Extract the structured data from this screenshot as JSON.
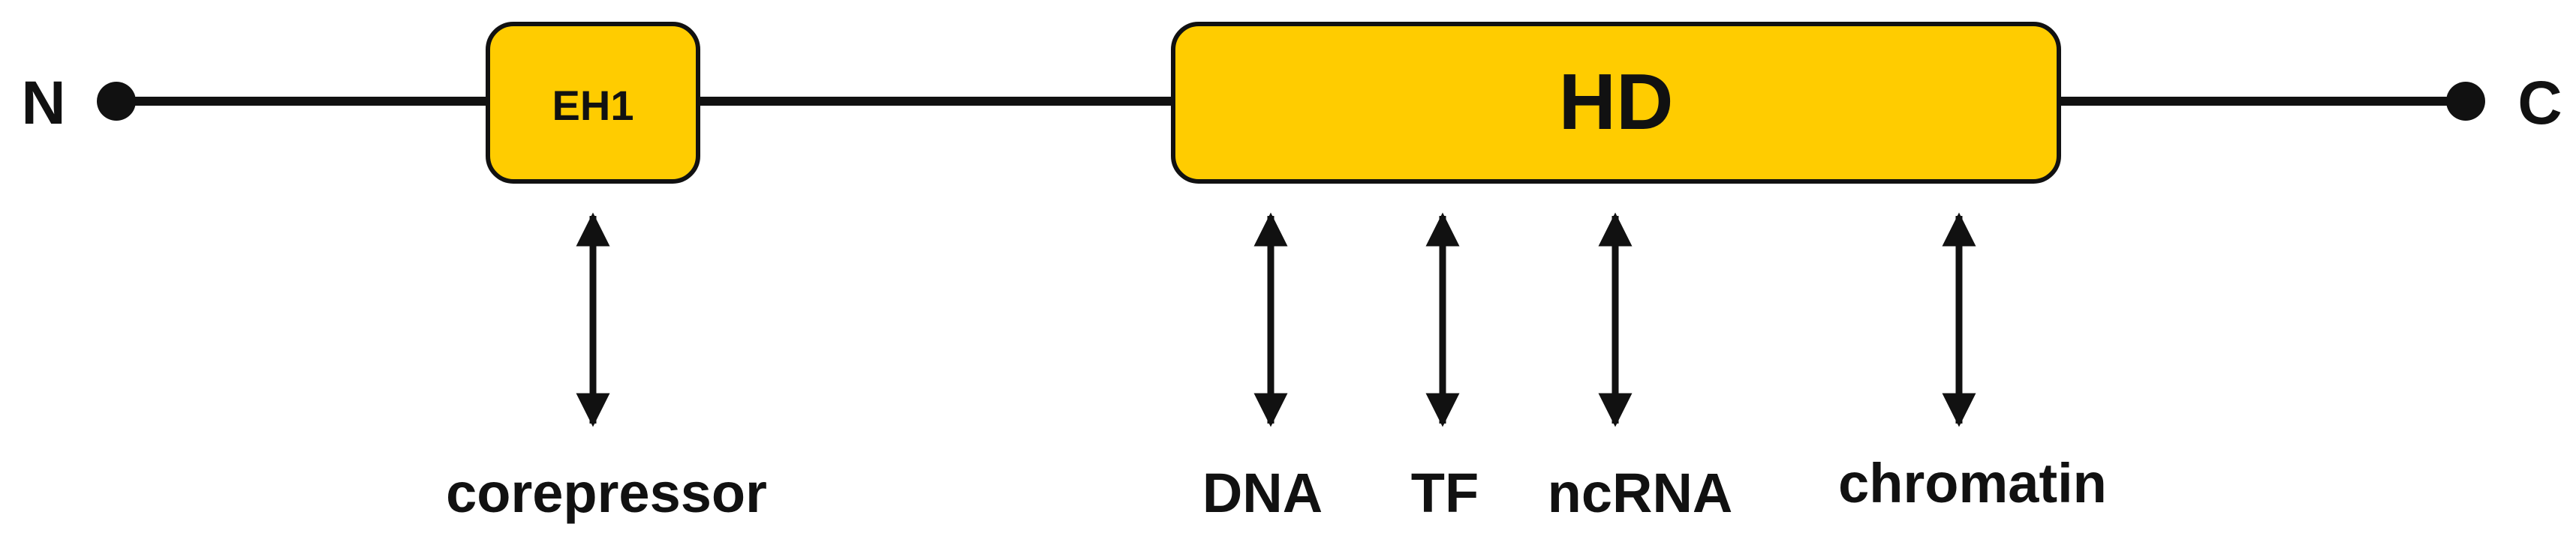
{
  "protein": {
    "n_terminus": "N",
    "c_terminus": "C"
  },
  "domains": [
    {
      "id": "eh1",
      "label": "EH1"
    },
    {
      "id": "hd",
      "label": "HD"
    }
  ],
  "interactions": [
    {
      "id": "corepressor",
      "label": "corepressor",
      "domain": "eh1"
    },
    {
      "id": "dna",
      "label": "DNA",
      "domain": "hd"
    },
    {
      "id": "tf",
      "label": "TF",
      "domain": "hd"
    },
    {
      "id": "ncrna",
      "label": "ncRNA",
      "domain": "hd"
    },
    {
      "id": "chromatin",
      "label": "chromatin",
      "domain": "hd"
    }
  ],
  "colors": {
    "domain_fill": "#FFCC00",
    "stroke": "#111111",
    "text": "#111111"
  }
}
